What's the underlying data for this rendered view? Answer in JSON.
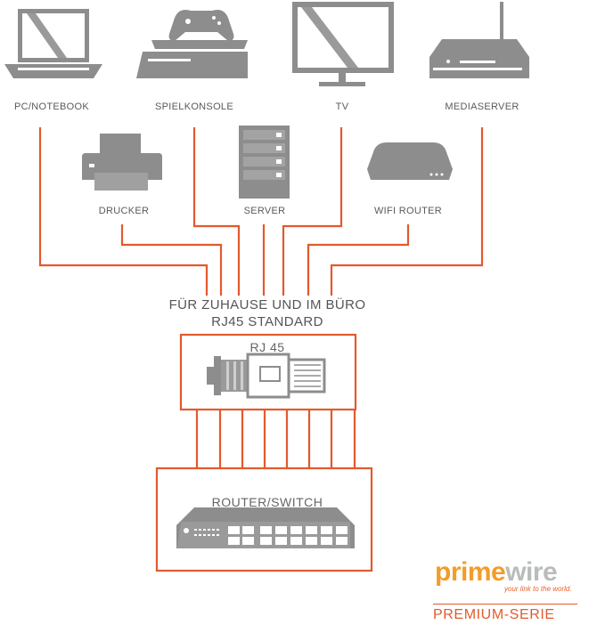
{
  "devices_top": [
    {
      "label": "PC/NOTEBOOK"
    },
    {
      "label": "SPIELKONSOLE"
    },
    {
      "label": "TV"
    },
    {
      "label": "MEDIASERVER"
    }
  ],
  "devices_middle": [
    {
      "label": "DRUCKER"
    },
    {
      "label": "SERVER"
    },
    {
      "label": "WIFI ROUTER"
    }
  ],
  "heading": {
    "line1": "FÜR ZUHAUSE UND IM BÜRO",
    "line2": "RJ45 STANDARD"
  },
  "rj45_box": {
    "label": "RJ 45"
  },
  "switch_box": {
    "label": "ROUTER/SWITCH"
  },
  "brand": {
    "name_part1": "prime",
    "name_part2": "wire",
    "tagline": "your link to the world.",
    "series": "PREMIUM-SERIE"
  },
  "colors": {
    "accent": "#e25a2c",
    "icon_gray": "#8a8a8a",
    "text_gray": "#5a5a5a"
  }
}
